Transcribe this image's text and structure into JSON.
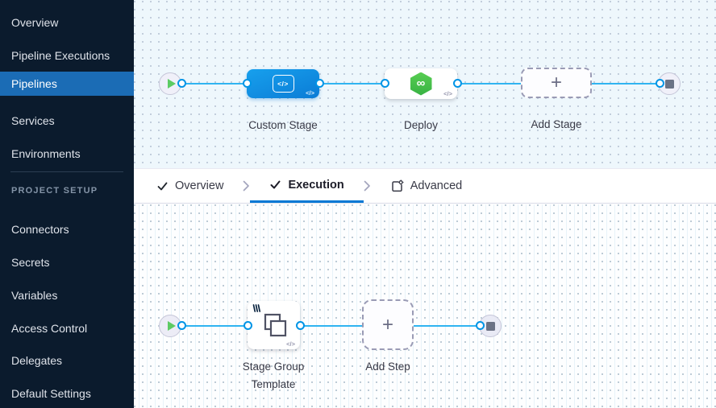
{
  "sidebar": {
    "items": [
      {
        "label": "Overview"
      },
      {
        "label": "Pipeline Executions"
      },
      {
        "label": "Pipelines"
      },
      {
        "label": "Services"
      },
      {
        "label": "Environments"
      }
    ],
    "active_item": "Pipelines",
    "section_title": "PROJECT SETUP",
    "section_items": [
      {
        "label": "Connectors"
      },
      {
        "label": "Secrets"
      },
      {
        "label": "Variables"
      },
      {
        "label": "Access Control"
      },
      {
        "label": "Delegates"
      },
      {
        "label": "Default Settings"
      }
    ]
  },
  "tabbar": {
    "tabs": [
      {
        "label": "Overview",
        "icon": "check-icon"
      },
      {
        "label": "Execution",
        "icon": "check-icon"
      },
      {
        "label": "Advanced",
        "icon": "advanced-gear-box-icon"
      }
    ],
    "active_tab": "Execution"
  },
  "stage_pipeline": {
    "stages": [
      {
        "label": "Custom Stage",
        "icon": "custom-stage-code-icon",
        "style": "blue"
      },
      {
        "label": "Deploy",
        "icon": "cd-hexagon-infinity-icon",
        "style": "white"
      },
      {
        "label": "Add Stage",
        "icon": "plus-icon",
        "style": "add"
      }
    ]
  },
  "execution_pipeline": {
    "steps": [
      {
        "label": "Stage Group Template",
        "icon": "stage-group-squares-icon",
        "template_badge": true
      },
      {
        "label": "Add Step",
        "icon": "plus-icon",
        "style": "add"
      }
    ]
  },
  "glyphs": {
    "code": "</>",
    "plus": "+",
    "infinity": "∞"
  },
  "colors": {
    "sidebar_bg": "#0b1b2d",
    "sidebar_active_bg": "#1b6cb5",
    "stage_node_blue": "#0b8fe0",
    "deploy_hexagon_green": "#46c348",
    "connector_line": "#30b4f1",
    "port_ring": "#0094e6",
    "tab_underline": "#0278d5",
    "canvas_top_bg": "#eef7fc",
    "canvas_bottom_bg": "#fdfeff"
  }
}
